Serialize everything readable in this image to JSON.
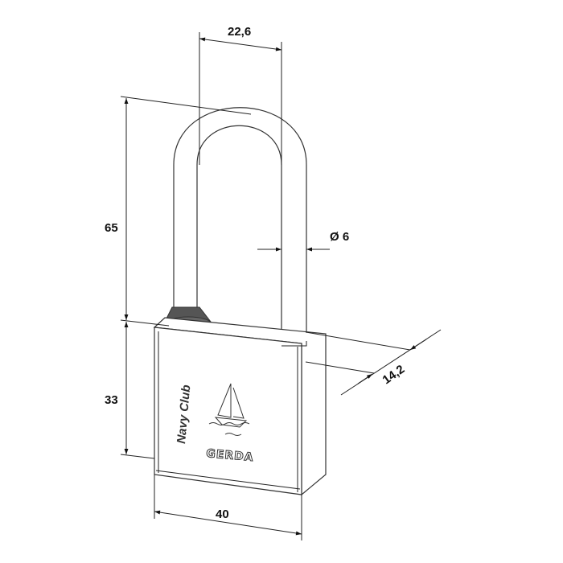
{
  "dimensions": {
    "shackle_clearance": "22,6",
    "shackle_height": "65",
    "shackle_diameter": "Ø 6",
    "body_height": "33",
    "body_width": "40",
    "body_depth": "14,2"
  },
  "engravings": {
    "line_name": "Navy Club",
    "brand_logo": "GERDA"
  },
  "icons": [
    "sailboat-icon"
  ],
  "colors": {
    "line": "#222222",
    "collar": "#555555"
  }
}
